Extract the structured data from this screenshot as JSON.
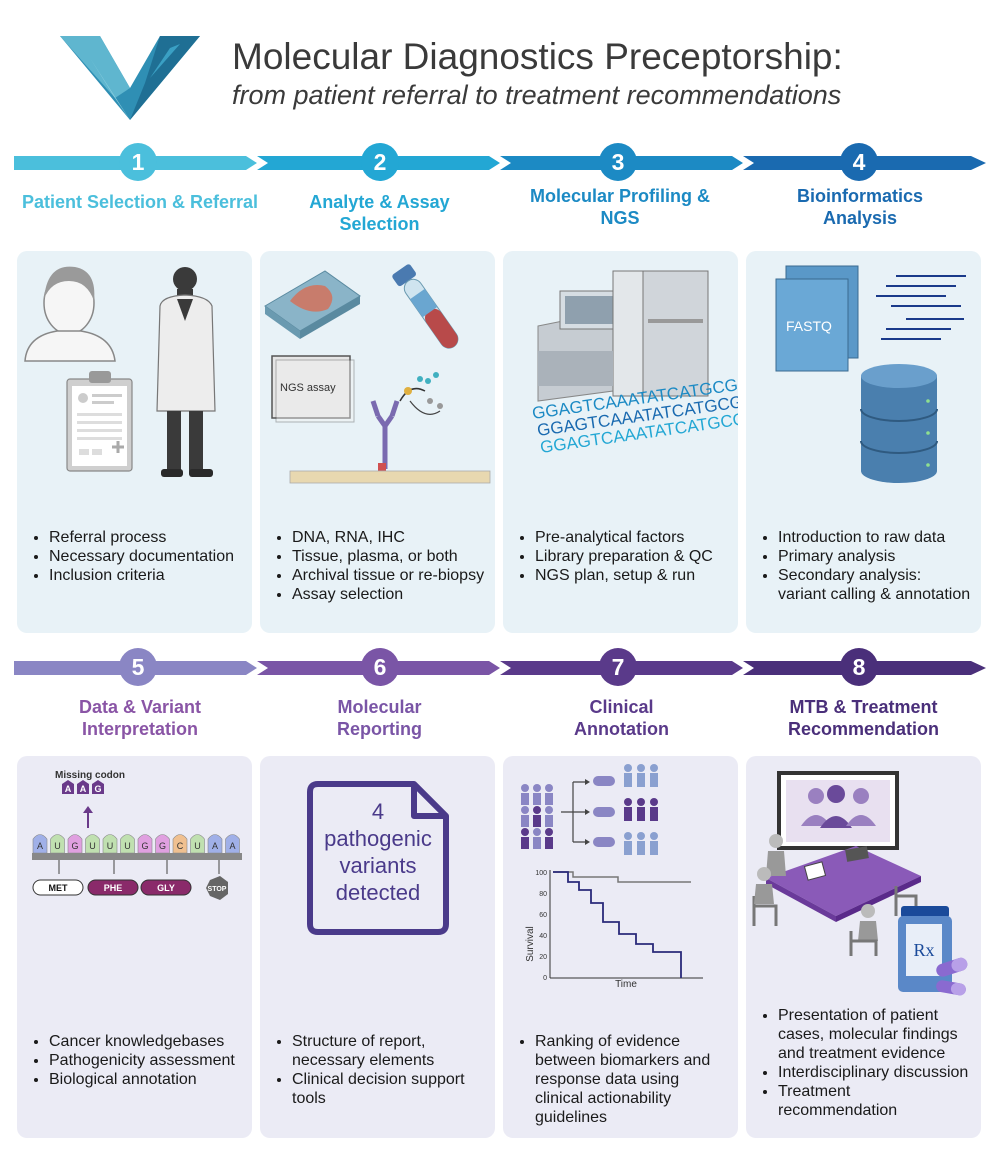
{
  "header": {
    "title": "Molecular Diagnostics Preceptorship:",
    "subtitle": "from patient referral to treatment recommendations"
  },
  "colors": {
    "step1": "#4bbfdc",
    "step2": "#23a7d4",
    "step3": "#1c8ac4",
    "step4": "#1a6ab0",
    "step5": "#8a86c4",
    "step6": "#7a55a6",
    "step7": "#5a3a8a",
    "step8": "#4a2f7a",
    "panel_top": "#e8f2f7",
    "panel_bottom": "#ebebf5"
  },
  "steps": [
    {
      "number": "1",
      "title": "Patient Selection & Referral",
      "bullets": [
        "Referral process",
        "Necessary documentation",
        "Inclusion criteria"
      ]
    },
    {
      "number": "2",
      "title": "Analyte & Assay Selection",
      "bullets": [
        "DNA, RNA, IHC",
        "Tissue, plasma, or both",
        "Archival tissue or re-biopsy",
        "Assay selection"
      ],
      "labels": {
        "assay_box": "NGS assay"
      }
    },
    {
      "number": "3",
      "title": "Molecular Profiling & NGS",
      "bullets": [
        "Pre-analytical factors",
        "Library preparation & QC",
        "NGS plan, setup & run"
      ],
      "labels": {
        "sequence_line": "GGAGTCAAATATCATGCGCAT",
        "sequence_line_2": "GGAGTCAAATATCATGCG"
      }
    },
    {
      "number": "4",
      "title": "Bioinformatics Analysis",
      "bullets": [
        "Introduction to raw data",
        "Primary analysis",
        "Secondary analysis: variant calling & annotation"
      ],
      "labels": {
        "file": "FASTQ"
      }
    },
    {
      "number": "5",
      "title": "Data & Variant Interpretation",
      "bullets": [
        "Cancer knowledgebases",
        "Pathogenicity assessment",
        "Biological annotation"
      ],
      "labels": {
        "missing": "Missing codon",
        "codon": [
          "A",
          "A",
          "G"
        ],
        "strand": [
          "A",
          "U",
          "G",
          "U",
          "U",
          "U",
          "G",
          "G",
          "C",
          "U",
          "A",
          "A"
        ],
        "amino": [
          "MET",
          "PHE",
          "GLY"
        ],
        "stop": "STOP"
      }
    },
    {
      "number": "6",
      "title": "Molecular Reporting",
      "bullets": [
        "Structure of report, necessary elements",
        "Clinical decision support tools"
      ],
      "labels": {
        "report_line1": "4",
        "report_line2": "pathogenic",
        "report_line3": "variants",
        "report_line4": "detected"
      }
    },
    {
      "number": "7",
      "title": "Clinical Annotation",
      "bullets": [
        "Ranking of evidence between biomarkers and response data using clinical actionability guidelines"
      ],
      "labels": {
        "ylabel": "Survival",
        "xlabel": "Time",
        "yticks": [
          "100",
          "80",
          "60",
          "40",
          "20",
          "0"
        ]
      }
    },
    {
      "number": "8",
      "title": "MTB & Treatment Recommendation",
      "bullets": [
        "Presentation of patient cases, molecular findings and treatment evidence",
        "Interdisciplinary discussion",
        "Treatment recommendation"
      ],
      "labels": {
        "rx": "Rx"
      }
    }
  ]
}
